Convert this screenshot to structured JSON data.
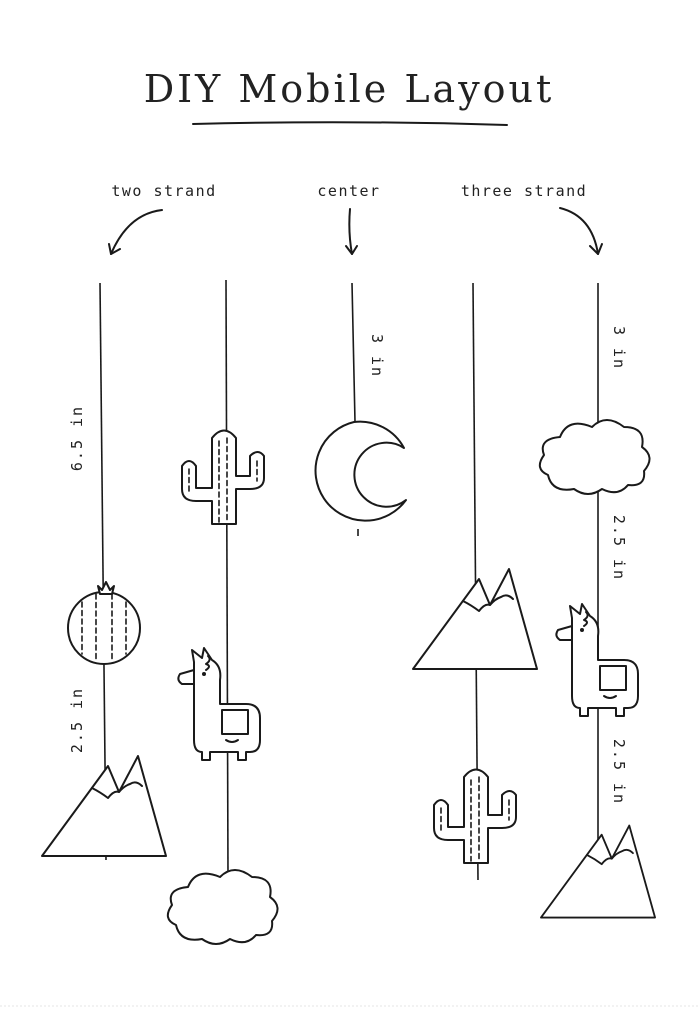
{
  "title": "DIY Mobile Layout",
  "labels": {
    "two_strand": "two strand",
    "center": "center",
    "three_strand": "three strand"
  },
  "measurements": {
    "left_top": "6.5 in",
    "left_bottom": "2.5 in",
    "center_top": "3 in",
    "right_top": "3 in",
    "right_middle": "2.5 in",
    "right_bottom": "2.5 in"
  },
  "strands": [
    {
      "id": "strand-1",
      "ornaments": [
        "round-cactus",
        "mountain"
      ]
    },
    {
      "id": "strand-2",
      "ornaments": [
        "cactus",
        "llama",
        "cloud"
      ]
    },
    {
      "id": "strand-3",
      "ornaments": [
        "moon"
      ]
    },
    {
      "id": "strand-4",
      "ornaments": [
        "mountain",
        "cactus"
      ]
    },
    {
      "id": "strand-5",
      "ornaments": [
        "cloud",
        "llama",
        "mountain"
      ]
    }
  ]
}
